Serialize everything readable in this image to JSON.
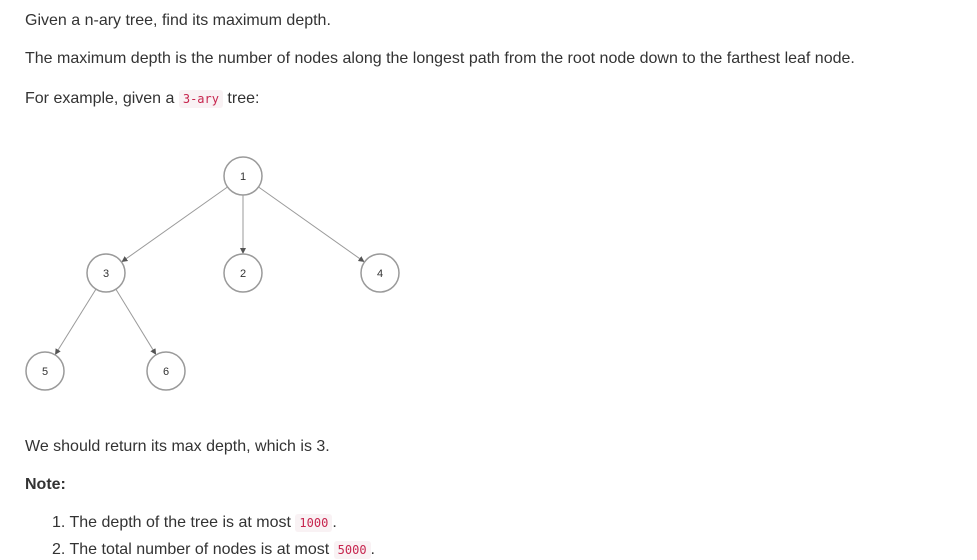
{
  "intro": {
    "line1": "Given a n-ary tree, find its maximum depth.",
    "line2": "The maximum depth is the number of nodes along the longest path from the root node down to the farthest leaf node.",
    "example_prefix": "For example, given a ",
    "example_code": "3-ary",
    "example_suffix": " tree:"
  },
  "tree": {
    "nodes": [
      {
        "id": "1",
        "label": "1"
      },
      {
        "id": "3",
        "label": "3"
      },
      {
        "id": "2",
        "label": "2"
      },
      {
        "id": "4",
        "label": "4"
      },
      {
        "id": "5",
        "label": "5"
      },
      {
        "id": "6",
        "label": "6"
      }
    ],
    "edges": [
      {
        "from": "1",
        "to": "3"
      },
      {
        "from": "1",
        "to": "2"
      },
      {
        "from": "1",
        "to": "4"
      },
      {
        "from": "3",
        "to": "5"
      },
      {
        "from": "3",
        "to": "6"
      }
    ]
  },
  "result": "We should return its max depth, which is 3.",
  "note": {
    "heading": "Note:",
    "items": [
      {
        "number": "1.",
        "text": "The depth of the tree is at most ",
        "code": "1000",
        "suffix": "."
      },
      {
        "number": "2.",
        "text": "The total number of nodes is at most ",
        "code": "5000",
        "suffix": "."
      }
    ]
  }
}
